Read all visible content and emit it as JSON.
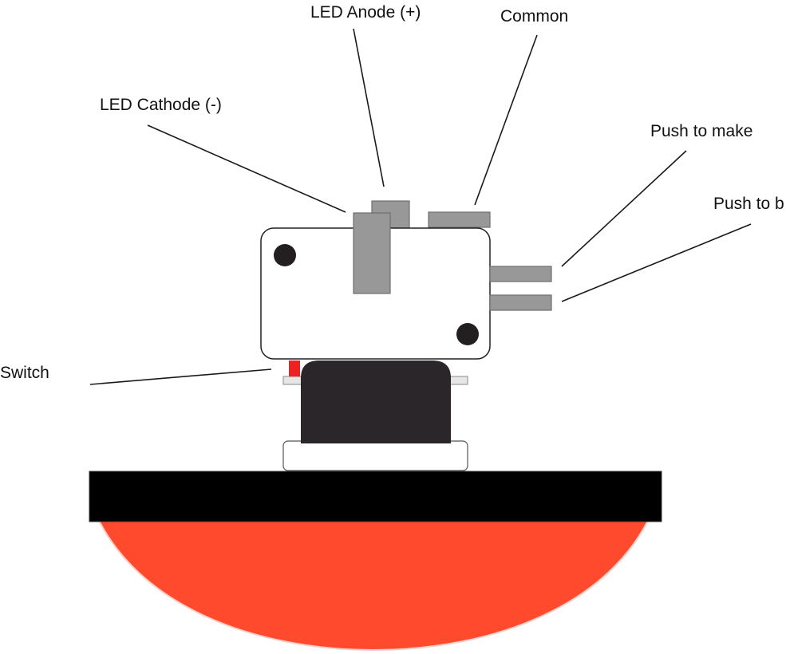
{
  "labels": {
    "led_anode": "LED Anode (+)",
    "common": "Common",
    "led_cathode": "LED Cathode (-)",
    "push_to_make": "Push to make",
    "push_to_break": "Push to b",
    "switch": "Switch"
  },
  "colors": {
    "terminal_fill": "#989898",
    "terminal_stroke": "#6f6f6f",
    "body_fill": "#ffffff",
    "body_stroke": "#222222",
    "mount_hole": "#231f20",
    "plunger": "#2a262a",
    "actuator": "#ee2222",
    "panel": "#000000",
    "button_cap": "#ff4a2e"
  }
}
